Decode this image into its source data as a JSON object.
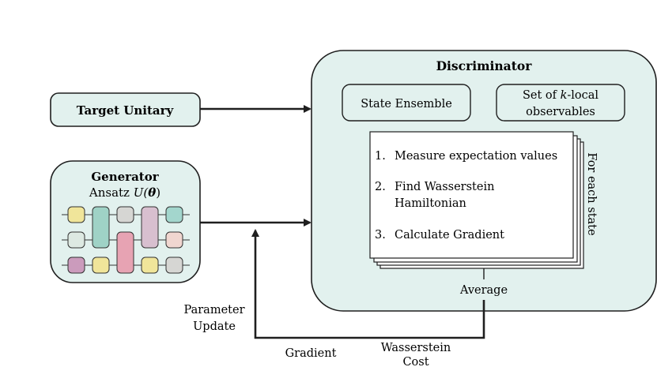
{
  "colors": {
    "box_fill": "#e2f1ee",
    "stroke": "#1f1f1f",
    "gate_yellow": "#f0e59a",
    "gate_green": "#9fd2c6",
    "gate_gray": "#d6d6d3",
    "gate_mauve": "#d8bfcf",
    "gate_teal": "#a3d6cd",
    "gate_pink": "#e7a3b3",
    "gate_peach": "#f0d6d0",
    "gate_purple": "#cb9bbc",
    "gate_white_green": "#dde9e2"
  },
  "target": {
    "label": "Target Unitary"
  },
  "generator": {
    "title": "Generator",
    "ansatz_prefix": "Ansatz ",
    "ansatz_symbol": "U(",
    "ansatz_theta": "θ",
    "ansatz_close": ")"
  },
  "discriminator": {
    "title": "Discriminator",
    "state_ensemble": "State Ensemble",
    "observables_line1_prefix": "Set of ",
    "observables_line1_k": "k",
    "observables_line1_suffix": "-local",
    "observables_line2": "observables",
    "steps": [
      {
        "num": "1.",
        "lines": [
          "Measure expectation values"
        ]
      },
      {
        "num": "2.",
        "lines": [
          "Find Wasserstein",
          "Hamiltonian"
        ]
      },
      {
        "num": "3.",
        "lines": [
          "Calculate Gradient"
        ]
      }
    ],
    "for_each_state": "For each state",
    "average": "Average"
  },
  "feedback": {
    "parameter_update_line1": "Parameter",
    "parameter_update_line2": "Update",
    "gradient": "Gradient",
    "wasserstein_line1": "Wasserstein",
    "wasserstein_line2": "Cost"
  }
}
